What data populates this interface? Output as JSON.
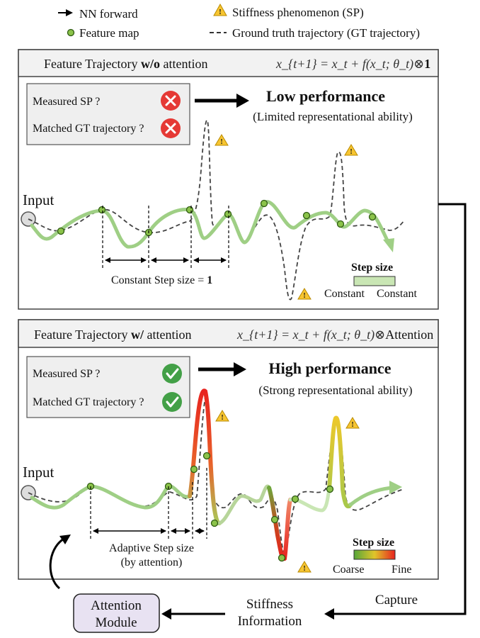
{
  "legend": {
    "nn_forward": "NN forward",
    "stiffness": "Stiffness phenomenon (SP)",
    "feature_map": "Feature map",
    "gt_trajectory": "Ground truth trajectory (GT trajectory)"
  },
  "panel_top": {
    "title_pre": "Feature Trajectory ",
    "title_bold": "w/o",
    "title_post": " attention",
    "formula_main": "x_{t+1} = x_t + f(x_t; θ_t)⊗",
    "formula_factor": "1",
    "check_sp": "Measured SP ?",
    "check_gt": "Matched GT trajectory ?",
    "performance": "Low performance",
    "performance_sub": "(Limited representational ability)",
    "input_label": "Input",
    "step_label_pre": "Constant Step size = ",
    "step_label_value": "1",
    "legend_title": "Step size",
    "legend_left": "Constant",
    "legend_right": "Constant"
  },
  "panel_bottom": {
    "title_pre": "Feature Trajectory ",
    "title_bold": "w/",
    "title_post": " attention",
    "formula_main": "x_{t+1} = x_t + f(x_t; θ_t)⊗",
    "formula_factor": "Attention",
    "check_sp": "Measured SP ?",
    "check_gt": "Matched GT trajectory ?",
    "performance": "High performance",
    "performance_sub": "(Strong representational ability)",
    "input_label": "Input",
    "step_label_line1": "Adaptive Step size",
    "step_label_line2": "(by attention)",
    "legend_title": "Step size",
    "legend_left": "Coarse",
    "legend_right": "Fine"
  },
  "flow": {
    "attention_line1": "Attention",
    "attention_line2": "Module",
    "stiffness_line1": "Stiffness",
    "stiffness_line2": "Information",
    "capture": "Capture"
  },
  "colors": {
    "constant_green": "#9fcf85",
    "fail_red": "#e53935",
    "pass_green": "#43a047",
    "warning_yellow": "#f7c531",
    "attention_box": "#e8e2f2",
    "grad_coarse": "#57a63a",
    "grad_fine": "#e8231f"
  }
}
